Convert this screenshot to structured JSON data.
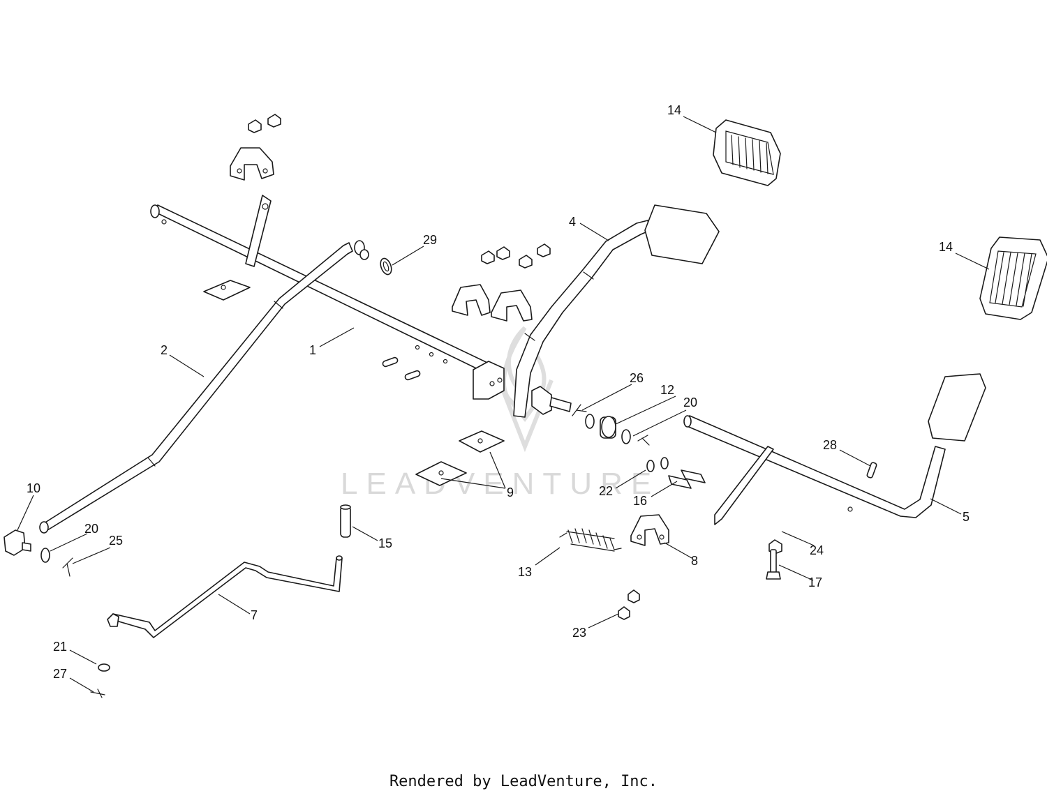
{
  "watermark": {
    "text": "LEADVENTURE"
  },
  "footer": {
    "text": "Rendered by LeadVenture, Inc."
  },
  "callouts": {
    "c1": "1",
    "c2": "2",
    "c4": "4",
    "c5": "5",
    "c7": "7",
    "c8": "8",
    "c9": "9",
    "c10": "10",
    "c12": "12",
    "c13": "13",
    "c14a": "14",
    "c14b": "14",
    "c15": "15",
    "c16": "16",
    "c17": "17",
    "c20a": "20",
    "c20b": "20",
    "c21": "21",
    "c22": "22",
    "c23": "23",
    "c24": "24",
    "c25": "25",
    "c26": "26",
    "c27": "27",
    "c28": "28",
    "c29": "29"
  },
  "colors": {
    "line": "#1a1a1a",
    "watermark": "#d9d9d9",
    "background": "#ffffff"
  }
}
